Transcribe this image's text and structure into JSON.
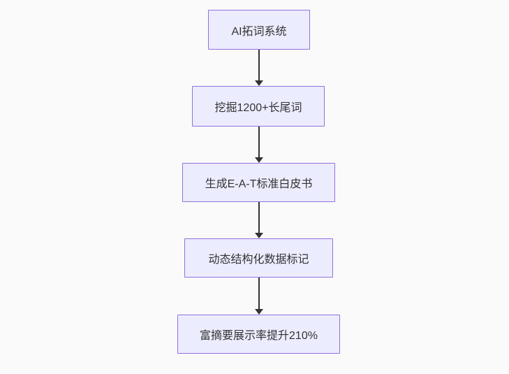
{
  "colors": {
    "page_background": "#fafafa",
    "node_fill": "#ececff",
    "node_border": "#9370db",
    "node_text": "#333333",
    "arrow": "#333333"
  },
  "diagram": {
    "type": "flowchart",
    "direction": "top-down",
    "nodes": [
      {
        "id": "n1",
        "label": "AI拓词系统"
      },
      {
        "id": "n2",
        "label": "挖掘1200+长尾词"
      },
      {
        "id": "n3",
        "label": "生成E-A-T标准白皮书"
      },
      {
        "id": "n4",
        "label": "动态结构化数据标记"
      },
      {
        "id": "n5",
        "label": "富摘要展示率提升210%"
      }
    ],
    "edges": [
      {
        "from": "n1",
        "to": "n2"
      },
      {
        "from": "n2",
        "to": "n3"
      },
      {
        "from": "n3",
        "to": "n4"
      },
      {
        "from": "n4",
        "to": "n5"
      }
    ]
  }
}
